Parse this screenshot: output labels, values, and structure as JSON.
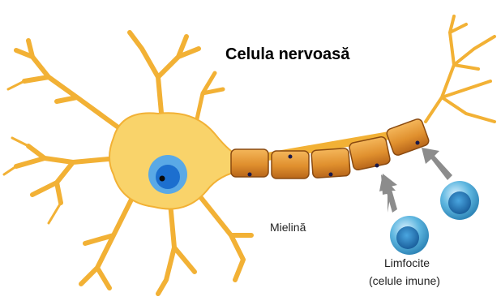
{
  "title": "Celula nervoasă",
  "labels": {
    "myelin": "Mielină",
    "lymphocytes_line1": "Limfocite",
    "lymphocytes_line2": "(celule imune)"
  },
  "colors": {
    "neuron_fill": "#f9d36a",
    "neuron_dendrite": "#f2b135",
    "nucleus_outer": "#5aa9e6",
    "nucleus_inner": "#1c6fcf",
    "myelin_fill": "#d9862a",
    "myelin_highlight": "#f4b65a",
    "lymphocyte_fill": "#5fb7e0",
    "arrow": "#8c8c8c"
  },
  "icons": [
    "neuron-cell-body-icon",
    "myelin-sheath-icon",
    "lymphocyte-icon",
    "arrow-icon"
  ]
}
